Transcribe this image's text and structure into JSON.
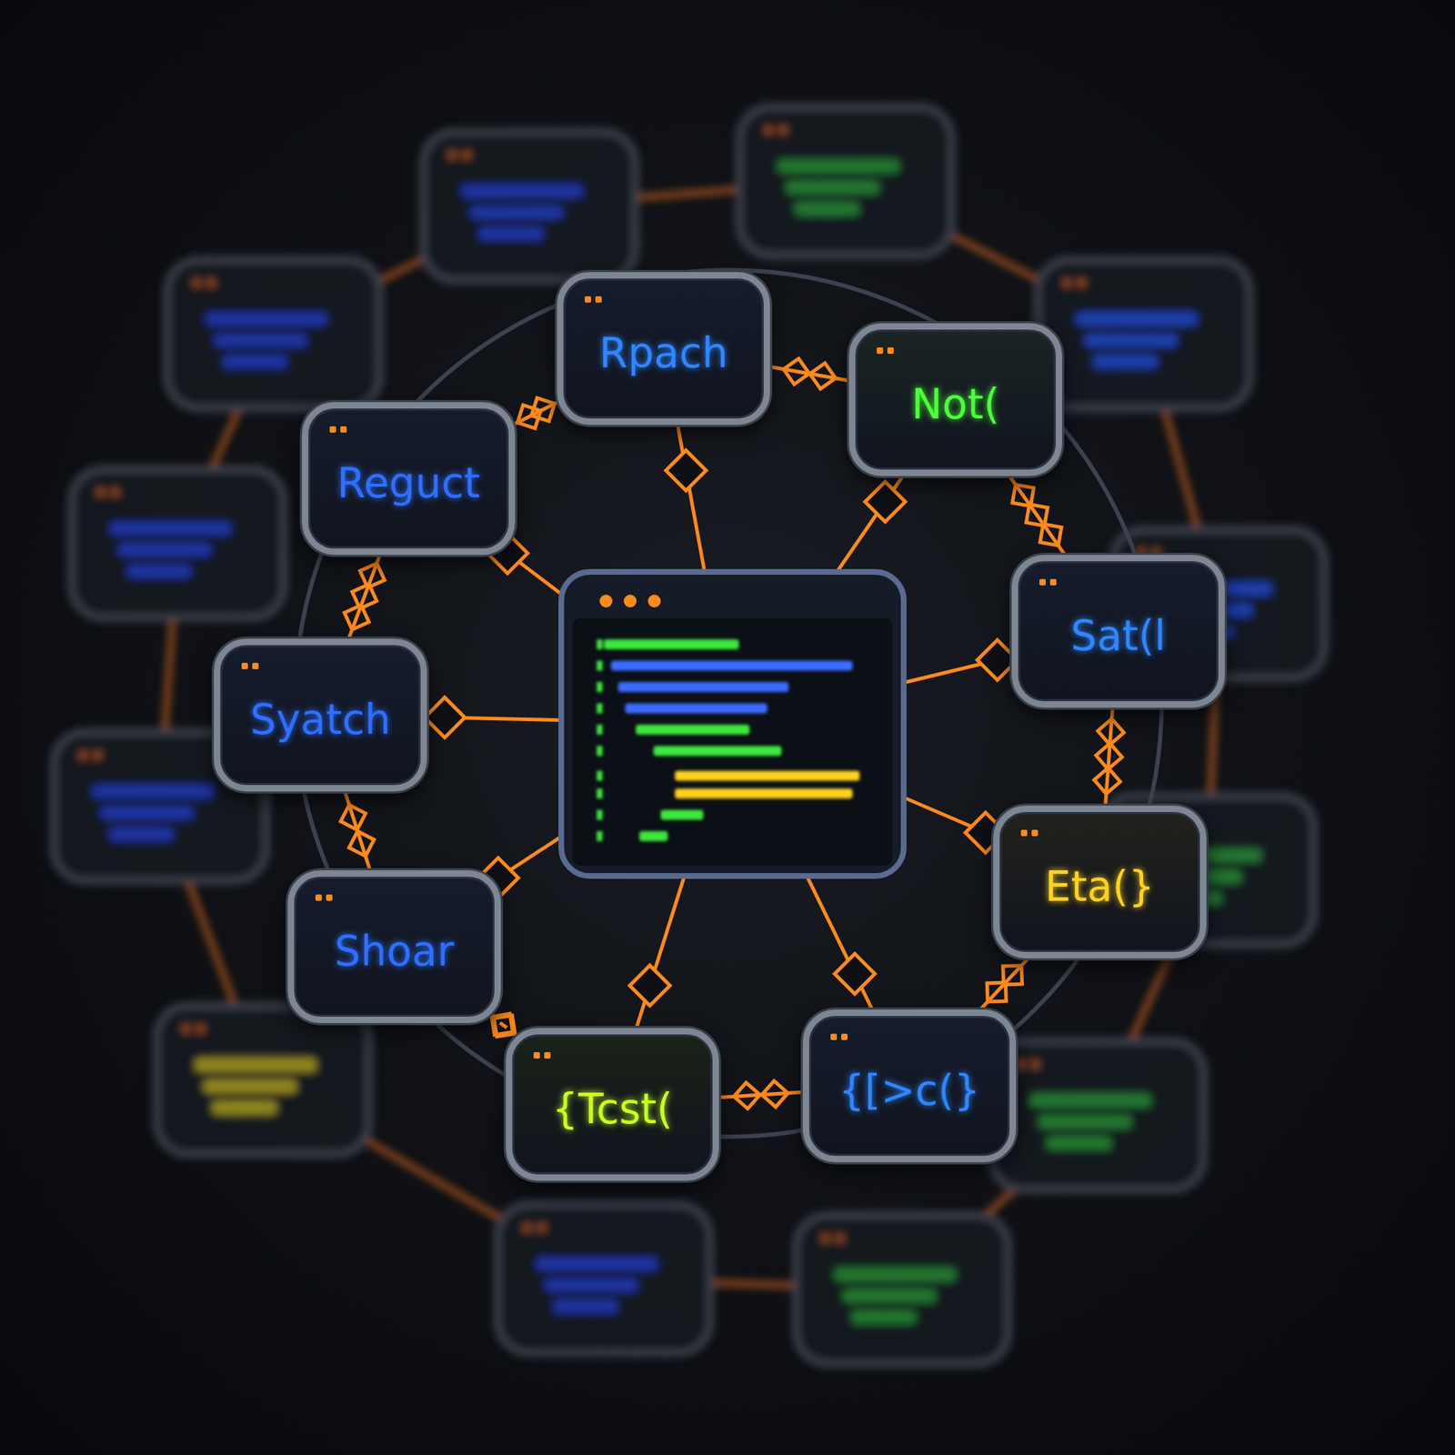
{
  "diagram": {
    "nodes": [
      {
        "text": [
          "Rpach"
        ]
      },
      {
        "text": [
          "Not("
        ]
      },
      {
        "text": [
          "Sat(l"
        ]
      },
      {
        "text": [
          "Eta(}"
        ]
      },
      {
        "text": [
          "{[>c(}"
        ]
      },
      {
        "text": [
          "{Tcst("
        ]
      },
      {
        "text": [
          "Shoar"
        ]
      },
      {
        "text": [
          "Syatch"
        ]
      },
      {
        "text": [
          "Reguct"
        ]
      }
    ],
    "edges": [
      {
        "from": 0,
        "to": 1,
        "arrow": "none"
      },
      {
        "from": 1,
        "to": 2,
        "arrow": "none"
      },
      {
        "from": 2,
        "to": 3,
        "arrow": "none"
      },
      {
        "from": 3,
        "to": 4,
        "arrow": "none"
      },
      {
        "from": 4,
        "to": 5,
        "arrow": "none"
      },
      {
        "from": 5,
        "to": 6,
        "arrow": "none"
      },
      {
        "from": 6,
        "to": 7,
        "arrow": "none"
      },
      {
        "from": 7,
        "to": 8,
        "arrow": "none"
      },
      {
        "from": 8,
        "to": 0,
        "arrow": "none"
      }
    ]
  }
}
